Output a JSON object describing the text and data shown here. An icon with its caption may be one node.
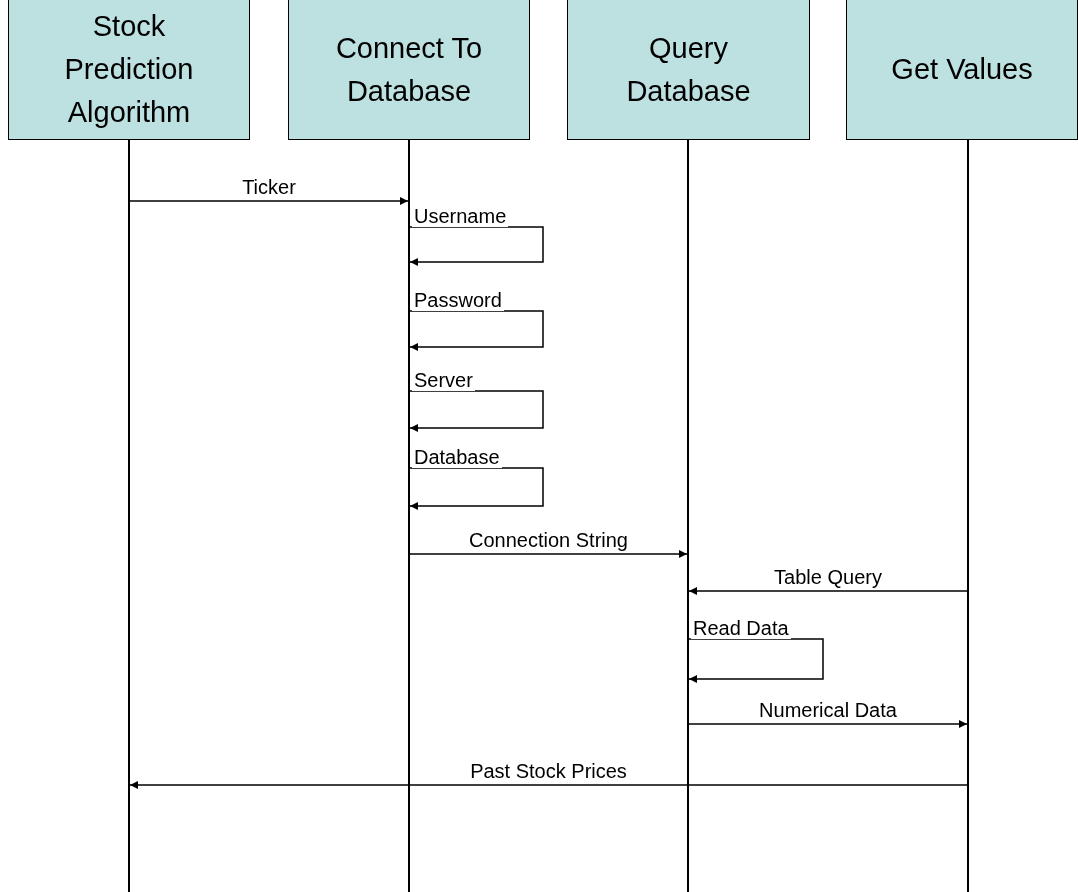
{
  "diagram": {
    "nodes": [
      {
        "text": [
          "Stock Prediction Algorithm"
        ]
      },
      {
        "text": [
          "Connect To Database"
        ]
      },
      {
        "text": [
          "Query Database"
        ]
      },
      {
        "text": [
          "Get Values"
        ]
      },
      {
        "text": [],
        "shape": "bar"
      },
      {
        "text": [],
        "shape": "bar"
      },
      {
        "text": [],
        "shape": "bar"
      },
      {
        "text": [],
        "shape": "bar"
      }
    ],
    "edges": [
      {
        "from": 4,
        "to": 5,
        "arrow": "to",
        "label": "Ticker"
      },
      {
        "from": 5,
        "to": 5,
        "arrow": "to",
        "label": "Username"
      },
      {
        "from": 5,
        "to": 5,
        "arrow": "to",
        "label": "Password"
      },
      {
        "from": 5,
        "to": 5,
        "arrow": "to",
        "label": "Server"
      },
      {
        "from": 5,
        "to": 5,
        "arrow": "to",
        "label": "Database"
      },
      {
        "from": 5,
        "to": 6,
        "arrow": "to",
        "label": "Connection String"
      },
      {
        "from": 7,
        "to": 6,
        "arrow": "to",
        "label": "Table Query"
      },
      {
        "from": 6,
        "to": 6,
        "arrow": "to",
        "label": "Read Data"
      },
      {
        "from": 6,
        "to": 7,
        "arrow": "to",
        "label": "Numerical Data"
      },
      {
        "from": 7,
        "to": 4,
        "arrow": "to",
        "label": "Past Stock Prices"
      }
    ]
  }
}
